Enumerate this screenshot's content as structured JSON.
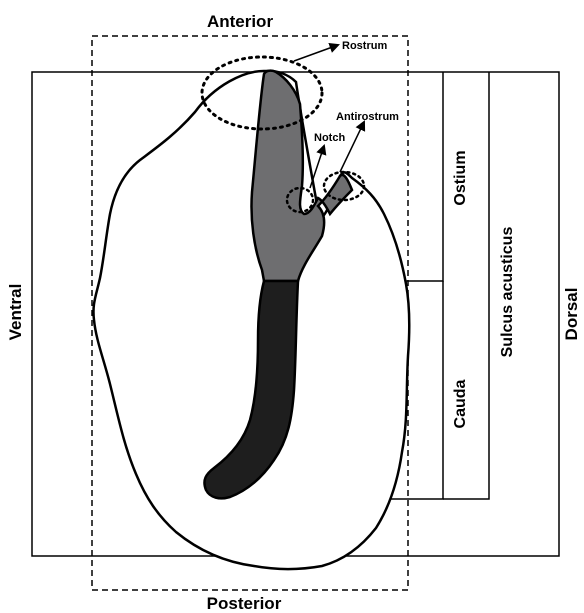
{
  "labels": {
    "anterior": "Anterior",
    "posterior": "Posterior",
    "ventral": "Ventral",
    "dorsal": "Dorsal",
    "ostium": "Ostium",
    "cauda": "Cauda",
    "sulcus_acusticus": "Sulcus acusticus",
    "rostrum": "Rostrum",
    "antirostrum": "Antirostrum",
    "notch": "Notch"
  },
  "colors": {
    "ostium_fill": "#6e6e70",
    "cauda_fill": "#1e1e1e",
    "outline": "#000000",
    "background": "#ffffff"
  }
}
